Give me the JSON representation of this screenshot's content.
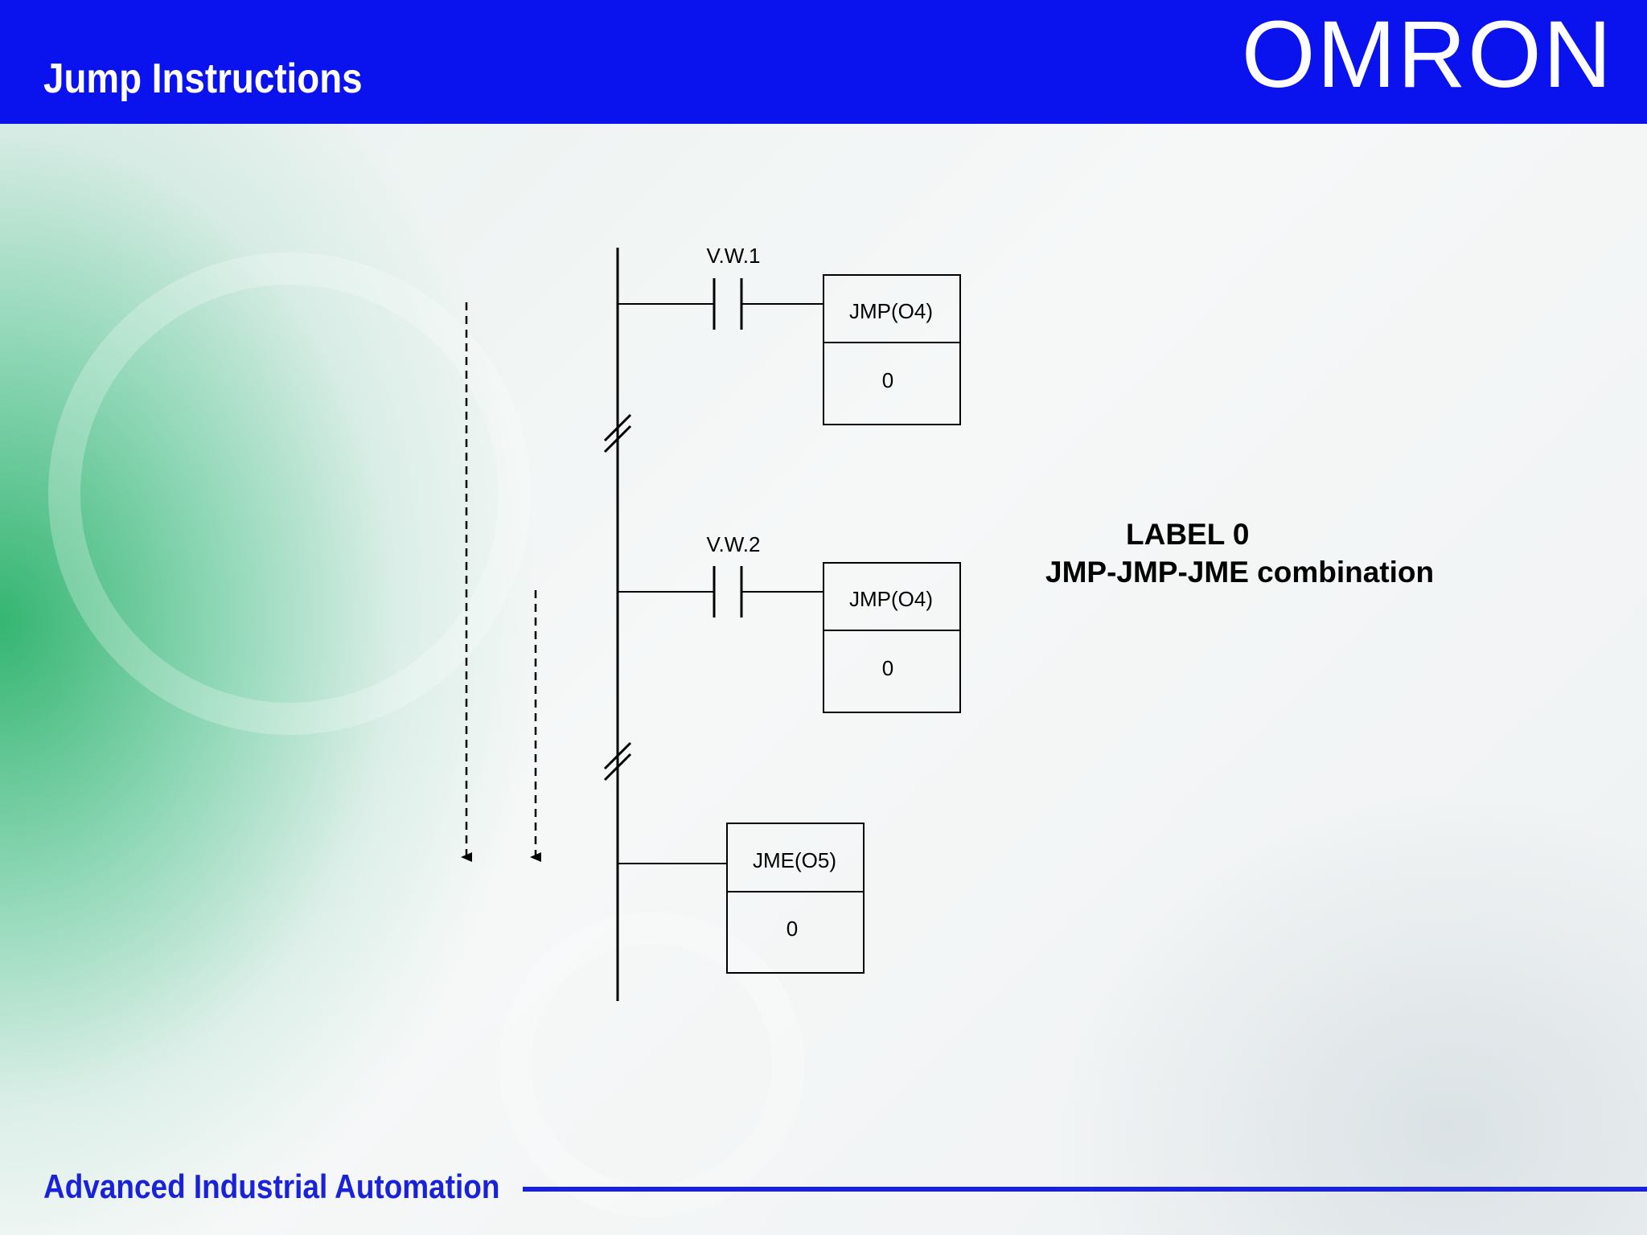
{
  "header": {
    "title": "Jump Instructions",
    "logo": "OMRON",
    "color": "#0a12ee"
  },
  "footer": {
    "text": "Advanced Industrial Automation",
    "color": "#1a22d8"
  },
  "diagram": {
    "rungs": [
      {
        "contact": "V.W.1",
        "instruction": "JMP(O4)",
        "operand": "0"
      },
      {
        "contact": "V.W.2",
        "instruction": "JMP(O4)",
        "operand": "0"
      },
      {
        "contact": "",
        "instruction": "JME(O5)",
        "operand": "0"
      }
    ],
    "notes": {
      "line1": "LABEL 0",
      "line2": "JMP-JMP-JME combination"
    }
  }
}
